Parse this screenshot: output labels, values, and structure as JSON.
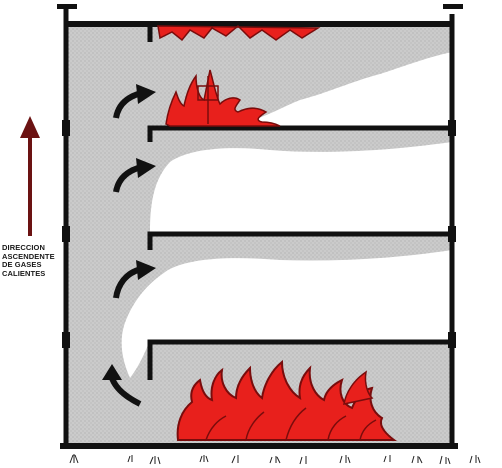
{
  "annotation": {
    "lines": [
      "DIRECCION",
      "ASCENDENTE",
      "DE GASES",
      "CALIENTES"
    ]
  },
  "colors": {
    "shaft_fill": "#c8c8c8",
    "wall": "#111111",
    "smoke": "#ffffff",
    "fire_red": "#e8201c",
    "fire_dark": "#7a0c0c",
    "up_arrow": "#6b1212",
    "background": "#ffffff"
  },
  "icons": [
    "up-arrow-icon",
    "curved-arrow-icon",
    "fire-icon",
    "smoke-plume-icon",
    "grass-icon"
  ]
}
